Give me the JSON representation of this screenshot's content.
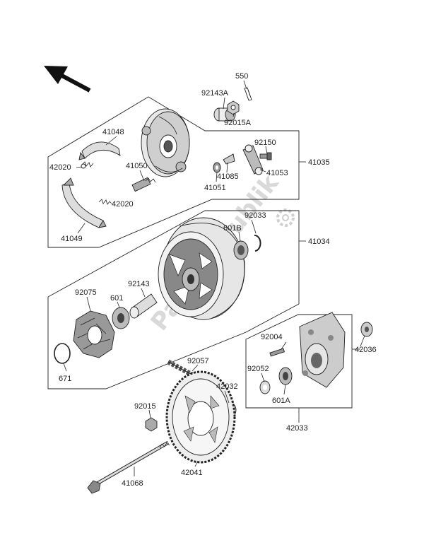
{
  "labels": {
    "p550": "550",
    "p92143A": "92143A",
    "p92015A": "92015A",
    "p41048": "41048",
    "p42020_a": "42020",
    "p41050": "41050",
    "p42020_b": "42020",
    "p41049": "41049",
    "p92150": "92150",
    "p41085": "41085",
    "p41053": "41053",
    "p41051": "41051",
    "p41035": "41035",
    "p92033": "92033",
    "p601B": "601B",
    "p41034": "41034",
    "p92075": "92075",
    "p601": "601",
    "p92143": "92143",
    "p671": "671",
    "p92004": "92004",
    "p42036": "42036",
    "p92052": "92052",
    "p601A": "601A",
    "p42033": "42033",
    "p92057": "92057",
    "p42032": "42032",
    "p92015": "92015",
    "p41068": "41068",
    "p42041": "42041"
  },
  "watermark": "PartsRepublik",
  "colors": {
    "line": "#222222",
    "part_gray": "#9a9a9a",
    "part_light": "#d0d0d0",
    "part_dark": "#444444",
    "watermark": "#d9d9d9"
  }
}
